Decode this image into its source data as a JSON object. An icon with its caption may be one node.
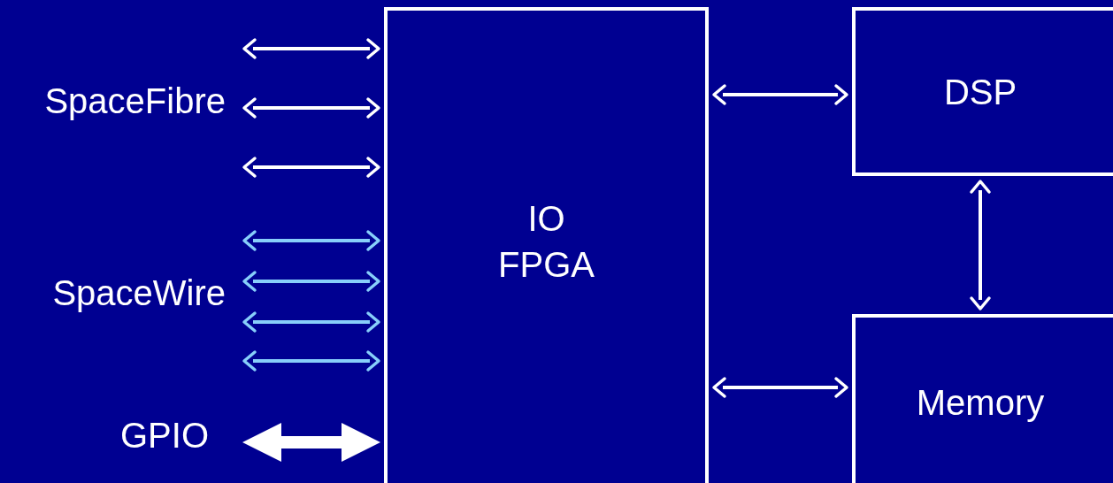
{
  "diagram": {
    "nodes": [
      {
        "text": [
          "IO FPGA"
        ]
      },
      {
        "text": [
          "DSP"
        ]
      },
      {
        "text": [
          "Memory"
        ]
      }
    ],
    "edges": [
      {
        "from": null,
        "to": 0,
        "arrow": "both"
      },
      {
        "from": null,
        "to": 0,
        "arrow": "both"
      },
      {
        "from": null,
        "to": 0,
        "arrow": "both"
      },
      {
        "from": null,
        "to": 0,
        "arrow": "both",
        "color": "#87cefa"
      },
      {
        "from": null,
        "to": 0,
        "arrow": "both",
        "color": "#87cefa"
      },
      {
        "from": null,
        "to": 0,
        "arrow": "both",
        "color": "#87cefa"
      },
      {
        "from": null,
        "to": 0,
        "arrow": "both",
        "color": "#87cefa"
      },
      {
        "from": null,
        "to": 0,
        "arrow": "both",
        "style": "thick"
      },
      {
        "from": 0,
        "to": 1,
        "arrow": "both"
      },
      {
        "from": 0,
        "to": 2,
        "arrow": "both"
      },
      {
        "from": 1,
        "to": 2,
        "arrow": "both"
      }
    ],
    "labels": [
      "SpaceFibre",
      "SpaceWire",
      "GPIO"
    ]
  }
}
